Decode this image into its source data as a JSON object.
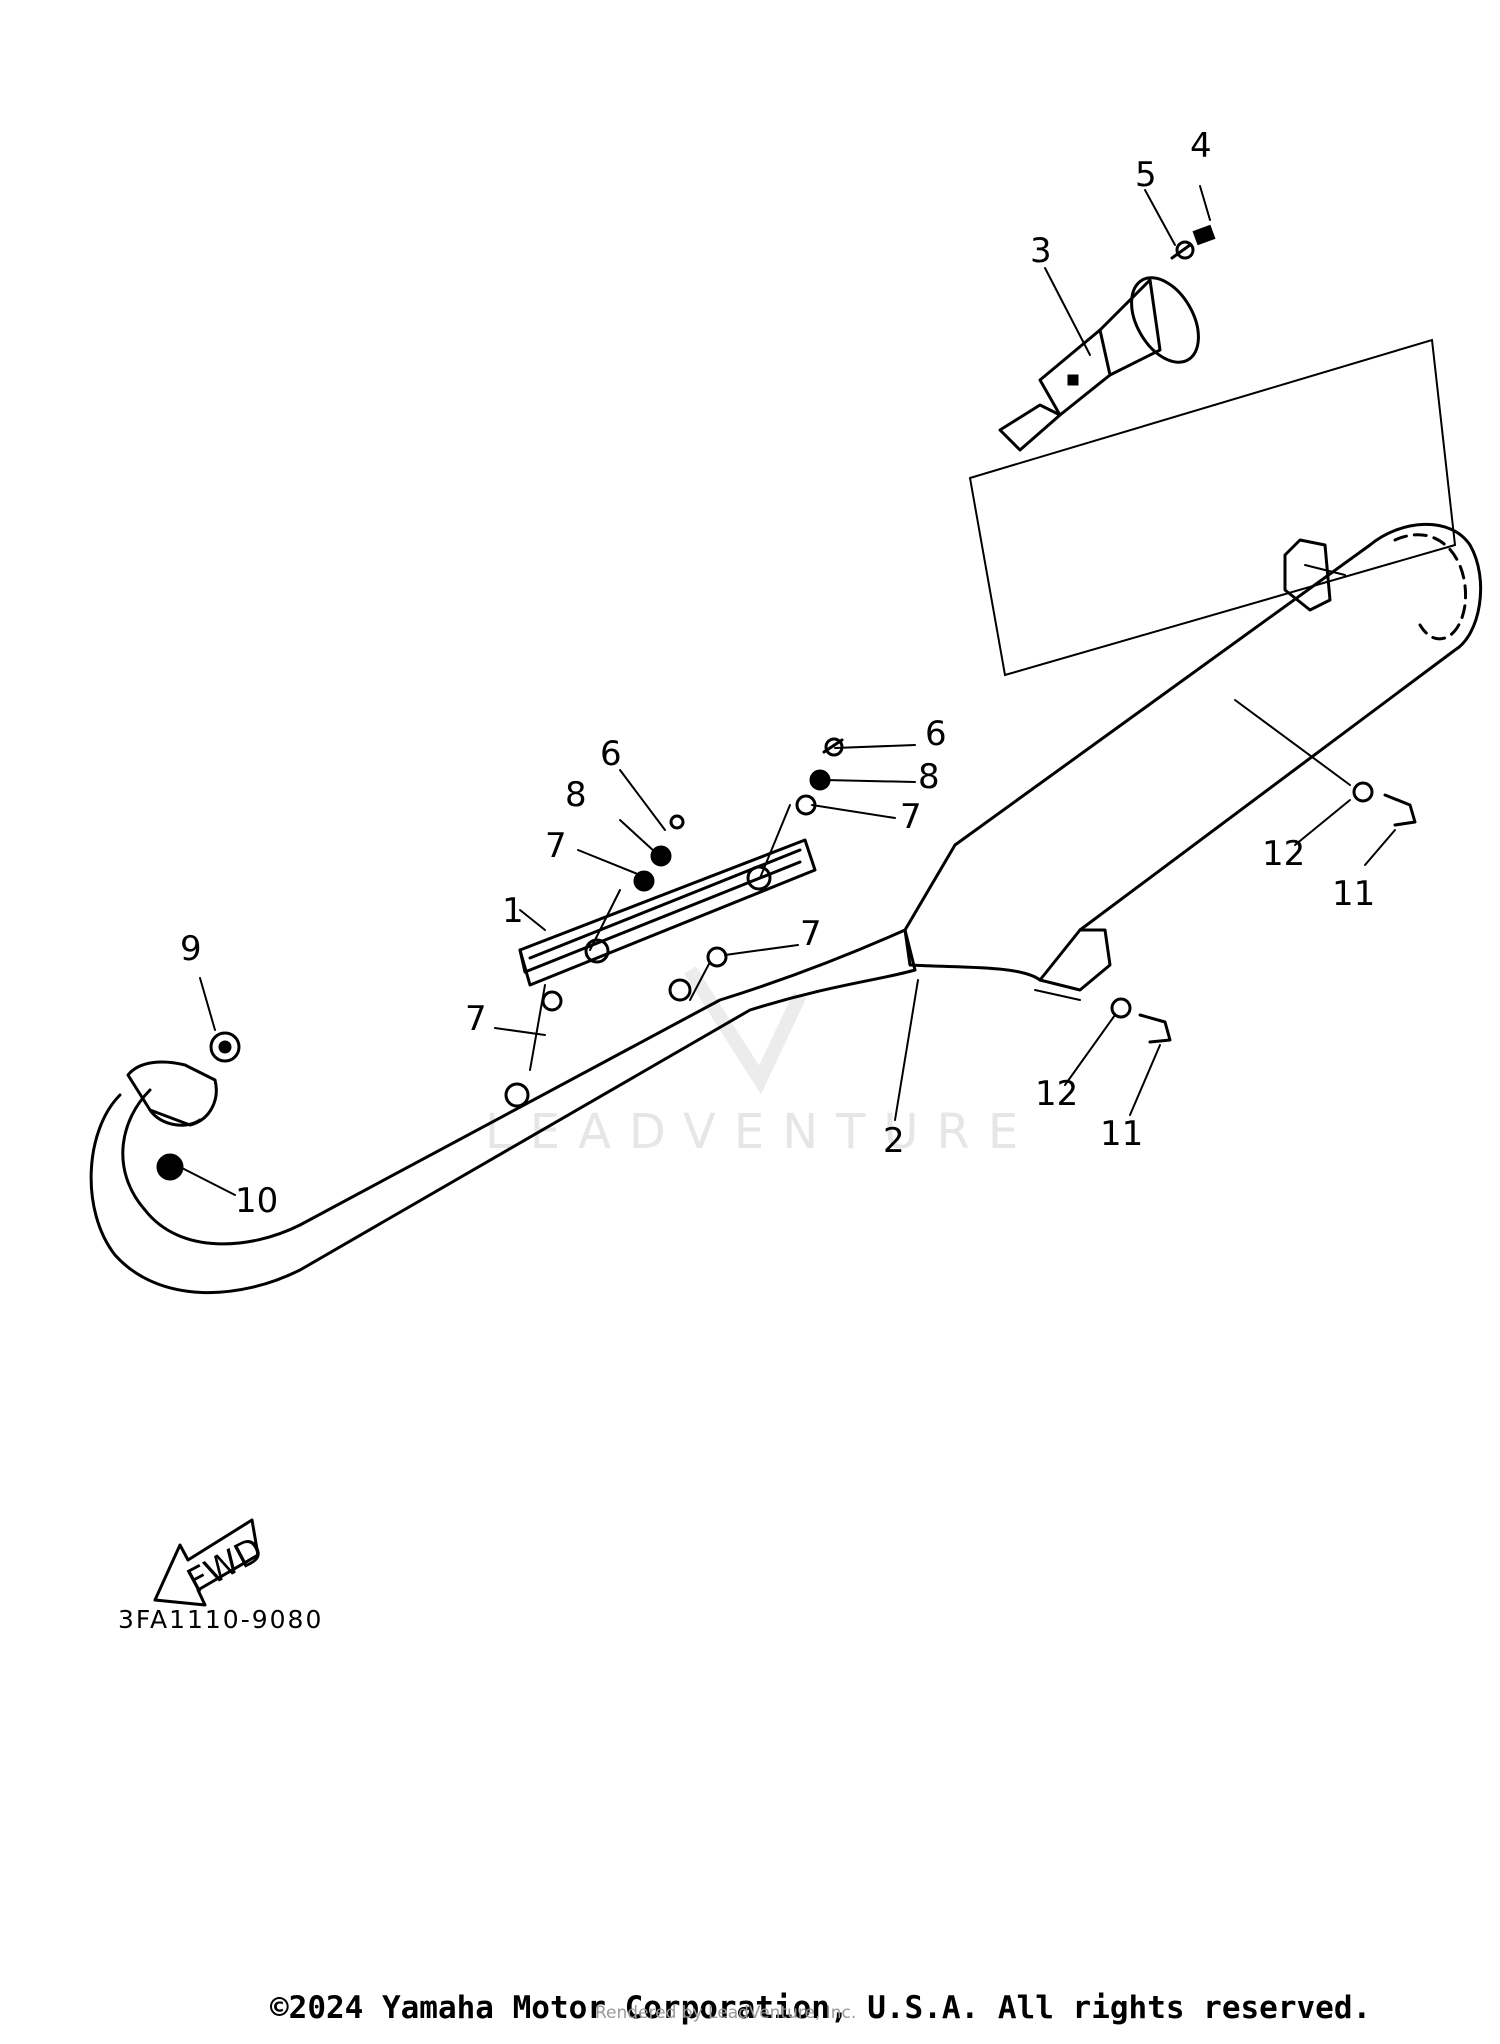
{
  "diagram": {
    "callouts": [
      {
        "id": "c1",
        "label": "1"
      },
      {
        "id": "c2",
        "label": "2"
      },
      {
        "id": "c3",
        "label": "3"
      },
      {
        "id": "c4",
        "label": "4"
      },
      {
        "id": "c5",
        "label": "5"
      },
      {
        "id": "c6a",
        "label": "6"
      },
      {
        "id": "c6b",
        "label": "6"
      },
      {
        "id": "c7a",
        "label": "7"
      },
      {
        "id": "c7b",
        "label": "7"
      },
      {
        "id": "c7c",
        "label": "7"
      },
      {
        "id": "c7d",
        "label": "7"
      },
      {
        "id": "c8a",
        "label": "8"
      },
      {
        "id": "c8b",
        "label": "8"
      },
      {
        "id": "c9",
        "label": "9"
      },
      {
        "id": "c10",
        "label": "10"
      },
      {
        "id": "c11a",
        "label": "11"
      },
      {
        "id": "c11b",
        "label": "11"
      },
      {
        "id": "c12a",
        "label": "12"
      },
      {
        "id": "c12b",
        "label": "12"
      }
    ],
    "fwd_label": "FWD",
    "part_code": "3FA1110-9080",
    "watermark": "LEADVENTURE"
  },
  "footer": {
    "copyright": "©2024 Yamaha Motor Corporation, U.S.A. All rights reserved.",
    "rendered_by": "Rendered by LeadVenture, Inc."
  },
  "colors": {
    "line": "#000000",
    "background": "#ffffff",
    "watermark": "#e6e6e6"
  }
}
